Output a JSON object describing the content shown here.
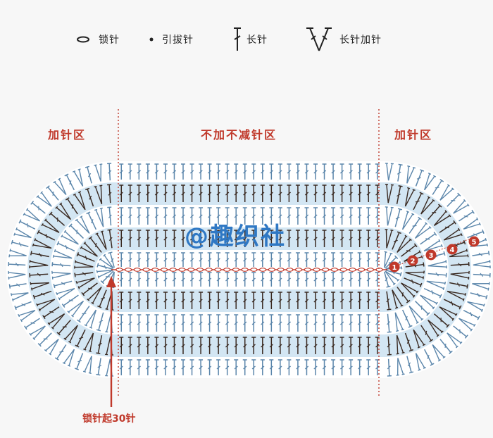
{
  "legend": {
    "chain": "锁针",
    "slip_stitch": "引拔针",
    "double_crochet": "长针",
    "double_crochet_increase": "长针加针"
  },
  "zones": {
    "left": "加针区",
    "middle": "不加不减针区",
    "right": "加针区"
  },
  "watermark": "@趣织社",
  "start_note": "锁针起30针",
  "round_markers": [
    "1",
    "2",
    "3",
    "4",
    "5"
  ],
  "colors": {
    "red": "#c0392b",
    "blue_band": "#cfe3f1",
    "stitch_blue": "#5b86ab",
    "stitch_dark": "#3a2a22",
    "watermark": "#2f78c4"
  }
}
